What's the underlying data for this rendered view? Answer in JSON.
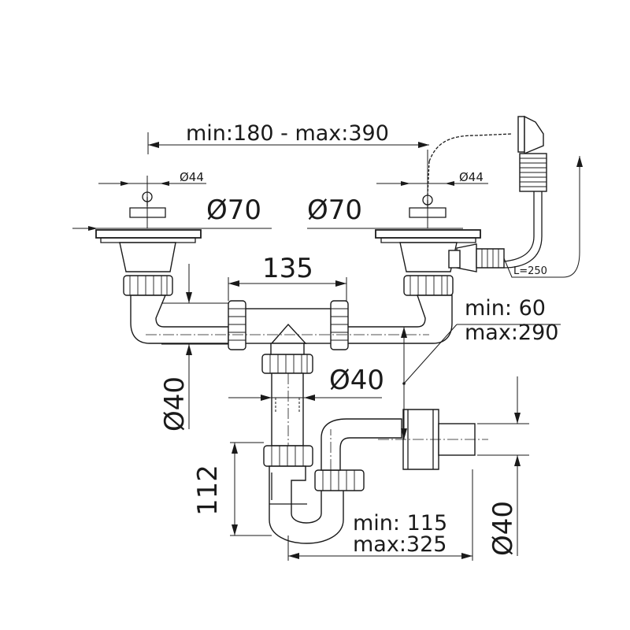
{
  "dimensions": {
    "overall_span": "min:180 - max:390",
    "strainer_small_left": "Ø44",
    "strainer_small_right": "Ø44",
    "bowl_left": "Ø70",
    "bowl_right": "Ø70",
    "tee_spacing": "135",
    "pipe_left": "Ø40",
    "pipe_center": "Ø40",
    "pipe_outlet": "Ø40",
    "trap_height": "112",
    "vertical_adjust_min": "min:  60",
    "vertical_adjust_max": "max:290",
    "outlet_reach_min": "min: 115",
    "outlet_reach_max": "max:325",
    "overflow_hose": "L=250"
  }
}
